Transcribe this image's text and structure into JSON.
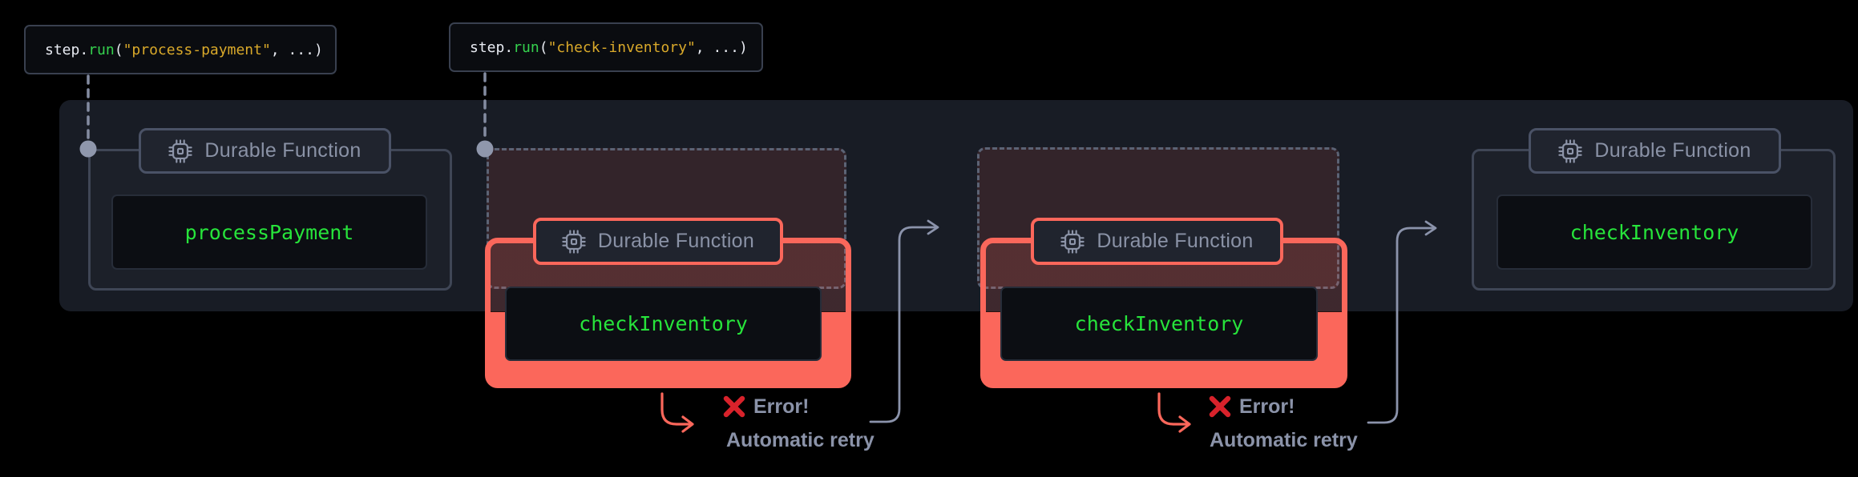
{
  "code_labels": [
    {
      "object": "step",
      "dot": ".",
      "method": "run",
      "open": "(",
      "arg": "\"process-payment\"",
      "close": ", ...)"
    },
    {
      "object": "step",
      "dot": ".",
      "method": "run",
      "open": "(",
      "arg": "\"check-inventory\"",
      "close": ", ...)"
    }
  ],
  "groups": [
    {
      "badge_label": "Durable Function",
      "function_name": "processPayment",
      "state": "success"
    },
    {
      "badge_label": "Durable Function",
      "function_name": "checkInventory",
      "state": "error"
    },
    {
      "badge_label": "Durable Function",
      "function_name": "checkInventory",
      "state": "error"
    },
    {
      "badge_label": "Durable Function",
      "function_name": "checkInventory",
      "state": "success"
    }
  ],
  "annotations": [
    {
      "error_label": "Error!",
      "retry_label": "Automatic retry"
    },
    {
      "error_label": "Error!",
      "retry_label": "Automatic retry"
    }
  ],
  "colors": {
    "background": "#000000",
    "panel_bg": "#181c25",
    "accent_red": "#fb675b",
    "error_x_red": "#d8222b",
    "function_green": "#27e43b",
    "method_green": "#35d14e",
    "string_gold": "#d9a92a",
    "slate_text": "#8b93a9",
    "badge_bg": "#20242e",
    "function_box_bg": "#0c0e13"
  }
}
